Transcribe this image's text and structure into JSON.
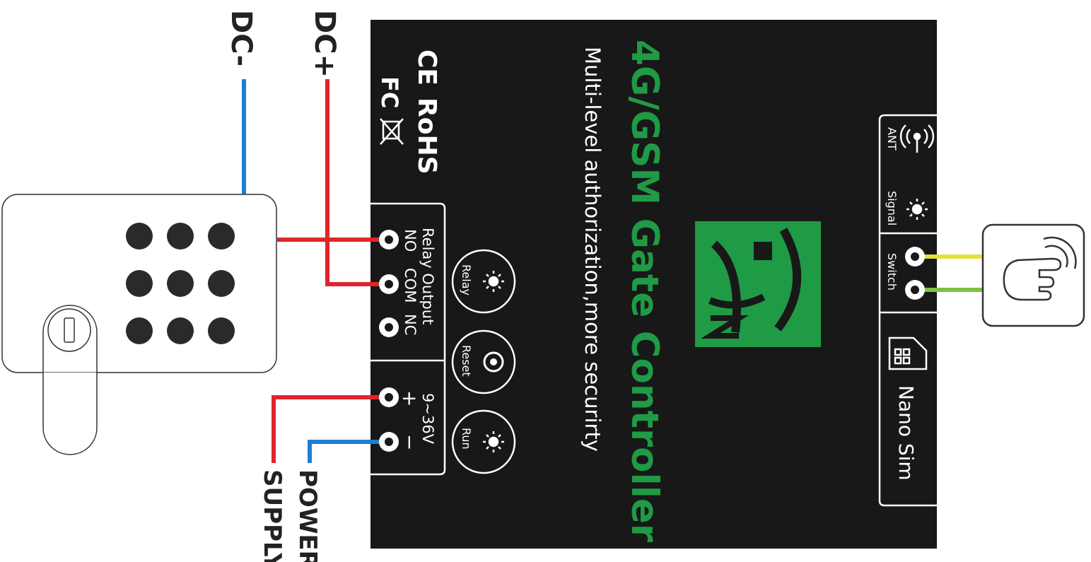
{
  "colors": {
    "board": "#181818",
    "brand_green": "#1f9b45",
    "wire_red": "#e0242b",
    "wire_blue": "#1e7fd1",
    "wire_yellow": "#e3e23a",
    "wire_green": "#7ec242",
    "ink": "#222222",
    "white": "#ffffff"
  },
  "wiring": {
    "dc_minus": "DC-",
    "dc_plus": "DC+",
    "power": "POWER",
    "supply": "SUPPLY"
  },
  "controller": {
    "title": "4G/GSM Gate Controller",
    "subtitle": "Multi-level authorization,more securirty",
    "certifications": [
      "CE",
      "FC",
      "RoHS"
    ],
    "relay_output": {
      "label": "Relay Output",
      "terminals": [
        "NO",
        "COM",
        "NC"
      ]
    },
    "power_input": {
      "voltage": "9~36V",
      "plus": "+",
      "minus": "−"
    },
    "indicators": {
      "relay": "Relay",
      "reset": "Reset",
      "run": "Run"
    },
    "right_panel": {
      "ant": "ANT",
      "signal": "Signal",
      "switch": "Switch",
      "nano_sim": "Nano Sim"
    }
  },
  "icons": [
    "keypad-lock-icon",
    "push-button-hand-icon",
    "antenna-icon",
    "led-icon",
    "sim-card-icon",
    "logo-icon",
    "weee-bin-icon"
  ]
}
